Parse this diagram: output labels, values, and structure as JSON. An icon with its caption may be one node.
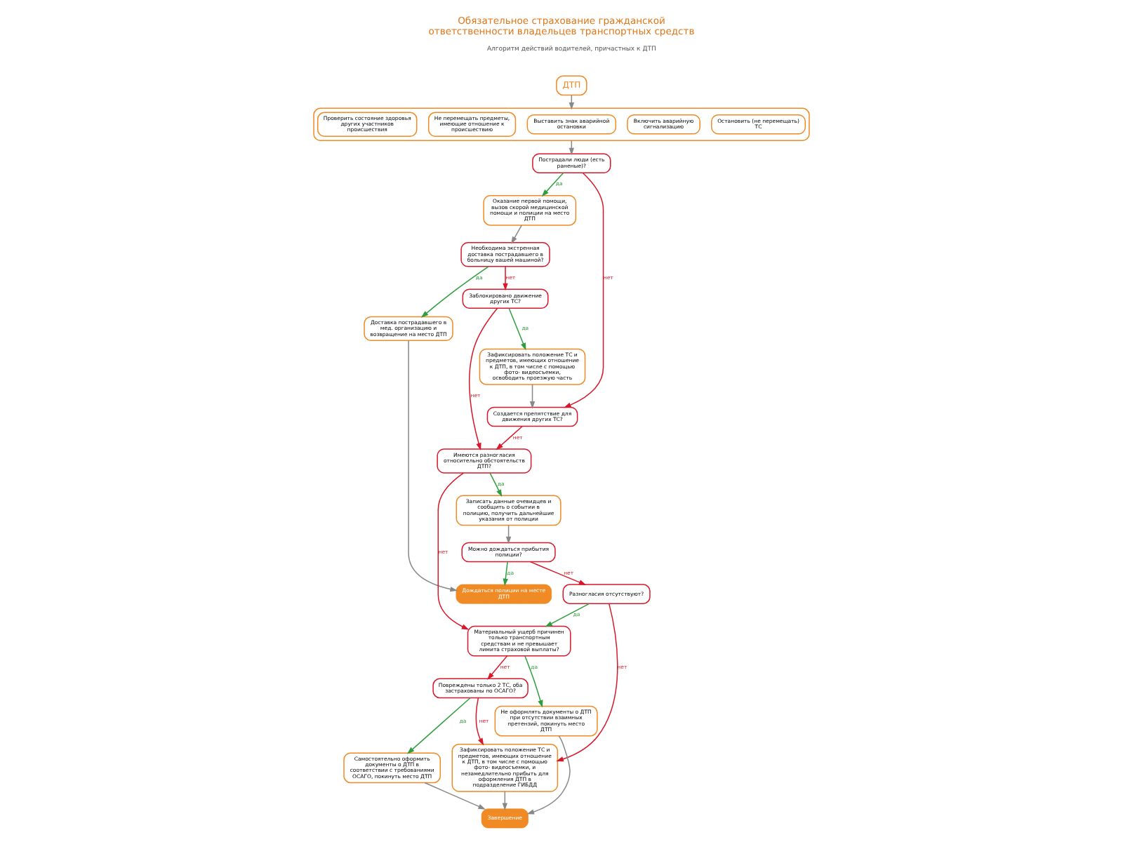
{
  "diagram": {
    "title": "Обязательное страхование гражданской ответственности владельцев транспортных средств",
    "nodes": [
      {
        "text": [
          "ДТП"
        ]
      },
      {
        "text": [],
        "shape": "box"
      },
      {
        "text": [
          "Остановить (не перемещать) ТС"
        ],
        "in": 1
      },
      {
        "text": [
          "Включить аварийную сигнализацию"
        ],
        "in": 1
      },
      {
        "text": [
          "Выставить знак аварийной остановки"
        ],
        "in": 1
      },
      {
        "text": [
          "Не перемещать предметы, имеющие отношение к происшествию"
        ],
        "in": 1
      },
      {
        "text": [
          "Проверить состояние здоровья других участников происшествия"
        ],
        "in": 1
      },
      {
        "text": [
          "Пострадали люди (есть раненые)?"
        ]
      },
      {
        "text": [
          "Оказание первой помощи, вызов скорой медицинской помощи и полиции на место ДТП"
        ]
      },
      {
        "text": [
          "Необходима экстренная доставка пострадавшего в больницу вашей машиной?"
        ]
      },
      {
        "text": [
          "Доставка пострадавшего в мед. организацию и возвращение на место ДТП"
        ]
      },
      {
        "text": [
          "Создается препятствие для движения других ТС?"
        ]
      },
      {
        "text": [
          "Зафиксировать положение ТС и предметов, имеющих отношение к ДТП, в том числе с помощью фото- видеосъемки, освободить проезжую часть"
        ]
      },
      {
        "text": [
          "Заблокировано движение других ТС?"
        ]
      },
      {
        "text": [
          "Имеются разногласия относительно обстоятельств ДТП?"
        ]
      },
      {
        "text": [
          "Записать данные очевидцев и сообщить о событии в полицию, получить дальнейшие указания от полиции"
        ]
      },
      {
        "text": [
          "Дождаться полиции на месте ДТП"
        ]
      },
      {
        "text": [
          "Можно дождаться прибытия полиции?"
        ]
      },
      {
        "text": [
          "Разногласия отсутствуют?"
        ]
      },
      {
        "text": [
          "Материальный ущерб причинен только транспортным средствам и не превышает лимита страховой выплаты?"
        ]
      },
      {
        "text": [
          "Повреждены только 2 ТС, оба застрахованы по ОСАГО?"
        ]
      },
      {
        "text": [
          "Не оформлять документы о ДТП при отсутствии взаимных претензий, покинуть место ДТП"
        ]
      },
      {
        "text": [
          "Самостоятельно оформить документы о ДТП в соответствии с требованиями ОСАГО, покинуть место ДТП"
        ]
      },
      {
        "text": [
          "Зафиксировать положение ТС и предметов, имеющих отношение к ДТП, в том числе с помощью фото- видеосъемки, и незамедлительно прибыть для оформления ДТП в подразделение ГИБДД"
        ]
      },
      {
        "text": [
          "Завершение"
        ]
      }
    ],
    "edges": [
      {
        "from": 0,
        "to": 1,
        "arrow": "to"
      },
      {
        "from": 1,
        "to": 7,
        "arrow": "to"
      },
      {
        "from": 7,
        "to": 8,
        "arrow": "to",
        "label": "да",
        "color": "#2e9e3e"
      },
      {
        "from": 7,
        "to": 11,
        "arrow": "to",
        "label": "нет",
        "color": "#d7192b"
      },
      {
        "from": 8,
        "to": 9,
        "arrow": "to"
      },
      {
        "from": 9,
        "to": 10,
        "arrow": "to",
        "label": "да",
        "color": "#2e9e3e"
      },
      {
        "from": 9,
        "to": 13,
        "arrow": "to",
        "label": "нет",
        "color": "#d7192b"
      },
      {
        "from": 13,
        "to": 12,
        "arrow": "to",
        "label": "да",
        "color": "#2e9e3e"
      },
      {
        "from": 12,
        "to": 11,
        "arrow": "to"
      },
      {
        "from": 11,
        "to": 14,
        "arrow": "to",
        "label": "нет",
        "color": "#d7192b"
      },
      {
        "from": 13,
        "to": 14,
        "arrow": "to",
        "label": "нет",
        "color": "#d7192b"
      },
      {
        "from": 10,
        "to": 16,
        "arrow": "to"
      },
      {
        "from": 14,
        "to": 15,
        "arrow": "to",
        "label": "да",
        "color": "#2e9e3e"
      },
      {
        "from": 15,
        "to": 17,
        "arrow": "to"
      },
      {
        "from": 17,
        "to": 16,
        "arrow": "to",
        "label": "да",
        "color": "#2e9e3e"
      },
      {
        "from": 17,
        "to": 18,
        "arrow": "to",
        "label": "нет",
        "color": "#d7192b"
      },
      {
        "from": 14,
        "to": 19,
        "arrow": "to",
        "label": "нет",
        "color": "#d7192b"
      },
      {
        "from": 18,
        "to": 19,
        "arrow": "to",
        "label": "да",
        "color": "#2e9e3e"
      },
      {
        "from": 18,
        "to": 23,
        "arrow": "to",
        "label": "нет",
        "color": "#d7192b"
      },
      {
        "from": 19,
        "to": 21,
        "arrow": "to",
        "label": "да",
        "color": "#2e9e3e"
      },
      {
        "from": 19,
        "to": 20,
        "arrow": "to",
        "label": "нет",
        "color": "#d7192b"
      },
      {
        "from": 20,
        "to": 22,
        "arrow": "to",
        "label": "да",
        "color": "#2e9e3e"
      },
      {
        "from": 20,
        "to": 23,
        "arrow": "to",
        "label": "нет",
        "color": "#d7192b"
      },
      {
        "from": 21,
        "to": 24,
        "arrow": "to"
      },
      {
        "from": 22,
        "to": 24,
        "arrow": "to"
      },
      {
        "from": 23,
        "to": 24,
        "arrow": "to"
      }
    ],
    "labels": [
      "Алгоритм действий водителей, причастных к ДТП"
    ]
  }
}
